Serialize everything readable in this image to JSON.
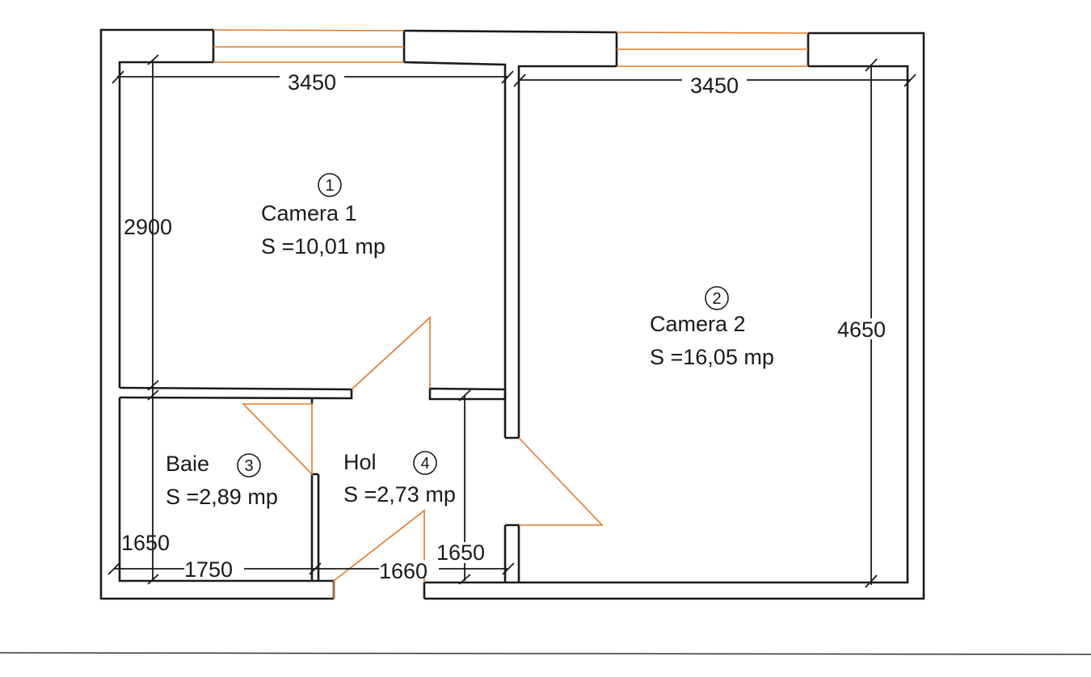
{
  "rooms": [
    {
      "number": "1",
      "name": "Camera 1",
      "area": "S =10,01 mp"
    },
    {
      "number": "2",
      "name": "Camera 2",
      "area": "S =16,05 mp"
    },
    {
      "number": "3",
      "name": "Baie",
      "area": "S =2,89 mp"
    },
    {
      "number": "4",
      "name": "Hol",
      "area": "S =2,73 mp"
    }
  ],
  "dimensions": {
    "camera1_width": "3450",
    "camera2_width": "3450",
    "camera1_depth": "2900",
    "camera2_depth": "4650",
    "baie_depth": "1650",
    "baie_width": "1750",
    "hol_width": "1660",
    "hol_depth": "1650"
  },
  "colors": {
    "walls": "#1a1a1a",
    "doors_windows": "#e07a2c",
    "background": "#ffffff"
  }
}
